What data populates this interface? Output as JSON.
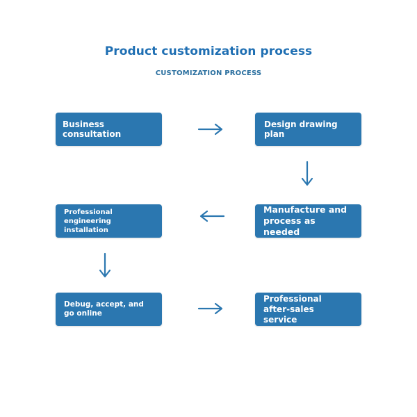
{
  "title": "Product customization process",
  "subtitle": "CUSTOMIZATION PROCESS",
  "colors": {
    "title": "#1f6fb3",
    "subtitle": "#2a6f9f",
    "box": "#2b77b0",
    "arrow": "#2b77b0"
  },
  "steps": [
    {
      "label": "Business consultation"
    },
    {
      "label": "Design drawing plan"
    },
    {
      "label": "Manufacture and process as needed"
    },
    {
      "label": "Professional engineering installation"
    },
    {
      "label": "Debug, accept, and go online"
    },
    {
      "label": "Professional after-sales service"
    }
  ]
}
